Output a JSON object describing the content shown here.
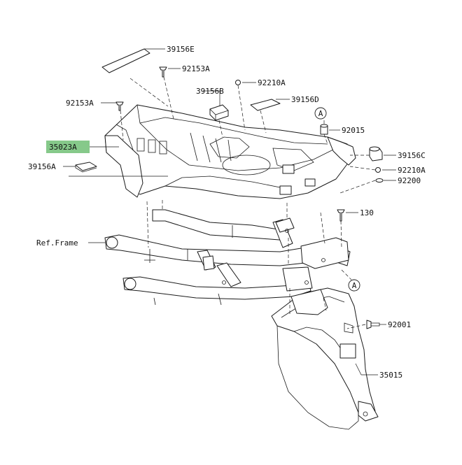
{
  "labels": {
    "p39156E": "39156E",
    "p92153A_top": "92153A",
    "p92210A_top": "92210A",
    "p39156B": "39156B",
    "p39156D": "39156D",
    "p92153A_left": "92153A",
    "p92015": "92015",
    "p35023A": "35023A",
    "p39156C": "39156C",
    "p39156A": "39156A",
    "p92210A_right": "92210A",
    "p92200": "92200",
    "p130": "130",
    "ref_frame": "Ref.Frame",
    "p92001": "92001",
    "p35015": "35015",
    "callout_a_top": "A",
    "callout_a_bottom": "A"
  },
  "colors": {
    "highlight": "#86c98a",
    "line": "#1a1a1a"
  }
}
